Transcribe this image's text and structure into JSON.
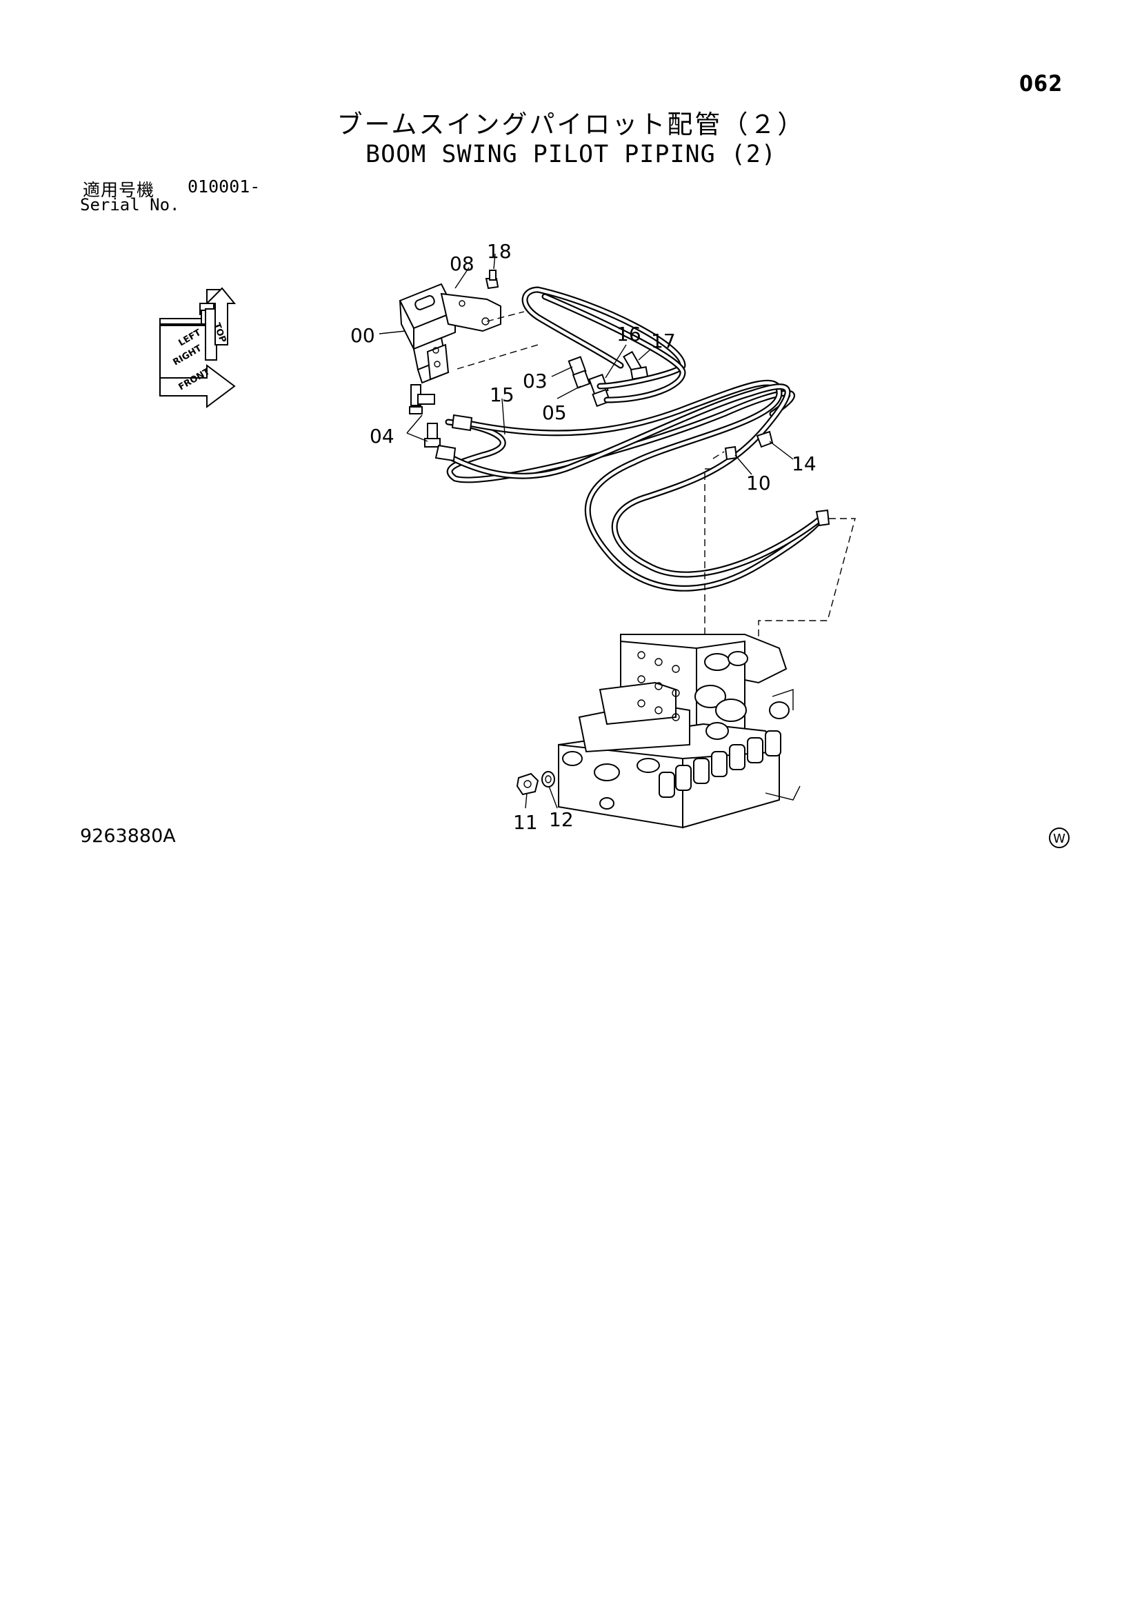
{
  "page_number": "062",
  "title_jp": "ブームスイングパイロット配管（２）",
  "title_en": "BOOM SWING PILOT PIPING (2)",
  "serial": {
    "label_jp": "適用号機",
    "number": "010001-",
    "label_en": "Serial No."
  },
  "orientation_labels": [
    "TOP",
    "LEFT",
    "RIGHT",
    "FRONT"
  ],
  "callouts": [
    "00",
    "03",
    "04",
    "05",
    "08",
    "10",
    "11",
    "12",
    "14",
    "15",
    "16",
    "17",
    "18"
  ],
  "drawing_number": "9263880A",
  "watermark_letter": "W"
}
